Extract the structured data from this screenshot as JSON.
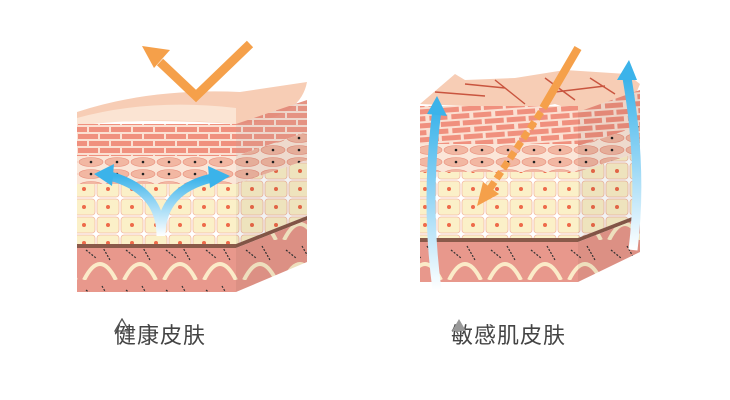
{
  "panels": [
    {
      "id": "healthy",
      "caption": "健康皮肤",
      "marker": "hollow-triangle",
      "arrows": {
        "external": "reflected",
        "moisture": "retained"
      }
    },
    {
      "id": "sensitive",
      "caption": "敏感肌皮肤",
      "marker": "filled-triangle",
      "arrows": {
        "external": "penetrating",
        "moisture": "escaping"
      }
    }
  ],
  "colors": {
    "orange_arrow": "#F5A04A",
    "blue_arrow": "#3BB3EA",
    "stratum_top": "#F7CDB5",
    "brick": "#F0907E",
    "spinous": "#F2B7A2",
    "basal": "#FBF0C8",
    "dermis": "#E8988C",
    "caption_text": "#444444",
    "marker_fill": "#999999"
  }
}
